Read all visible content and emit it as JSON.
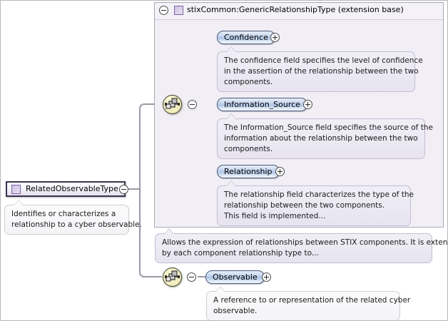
{
  "diagram": {
    "root": {
      "label": "RelatedObservableType",
      "icon": "type-square-icon",
      "toggle": "collapse-toggle",
      "annotation": [
        "Identifies or characterizes a",
        "relationship to a cyber observable."
      ]
    },
    "extension_base": {
      "label": "stixCommon:GenericRelationshipType (extension base)",
      "icon": "type-square-icon",
      "toggle": "collapse-toggle",
      "annotation": [
        "Allows the expression of relationships between STIX components. It is extended",
        "by each component relationship type to..."
      ],
      "compositor": "sequence-compositor-icon",
      "elements": [
        {
          "name": "Confidence",
          "expand": "expand-toggle",
          "annotation": [
            "The confidence field specifies the level of confidence",
            "in the assertion of the relationship between the two",
            "components."
          ]
        },
        {
          "name": "Information_Source",
          "expand": "expand-toggle",
          "annotation": [
            "The Information_Source field specifies the source of the",
            "information about the relationship between the two",
            "components."
          ]
        },
        {
          "name": "Relationship",
          "expand": "expand-toggle",
          "annotation": [
            "The relationship field characterizes the type of the",
            "relationship between the two components.",
            "This field is implemented..."
          ]
        }
      ]
    },
    "sequence_branch": {
      "compositor": "sequence-compositor-icon",
      "toggle": "collapse-toggle",
      "elements": [
        {
          "name": "Observable",
          "expand": "expand-toggle",
          "annotation": [
            "A reference to or representation of the related cyber",
            "observable."
          ]
        }
      ]
    }
  },
  "colors": {
    "panel_bg": "#f1eef6",
    "element_fill": "#aec6e6",
    "compositor_fill": "#f2eec0",
    "annotation_bg": "#e7e4f0",
    "connector": "#9a9aa5"
  }
}
